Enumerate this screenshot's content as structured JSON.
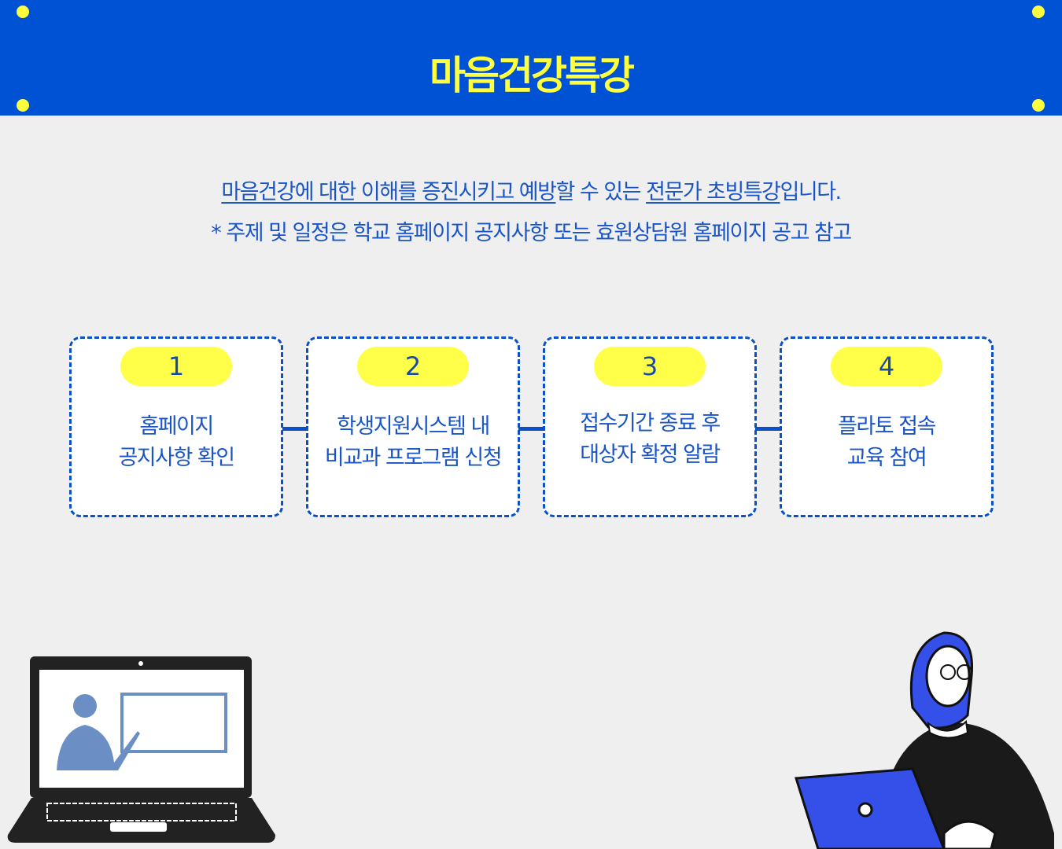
{
  "header": {
    "title": "마음건강특강"
  },
  "intro": {
    "line1_a": "마음건강에 대한 이해를 증진시키고 예방",
    "line1_b": "할 수 있는 ",
    "line1_c": "전문가 초빙특강",
    "line1_d": "입니다.",
    "line2": "* 주제 및 일정은 학교 홈페이지 공지사항 또는 효원상담원 홈페이지 공고 참고"
  },
  "steps": [
    {
      "num": "1",
      "line1": "홈페이지",
      "line2": "공지사항 확인"
    },
    {
      "num": "2",
      "line1": "학생지원시스템 내",
      "line2": "비교과 프로그램 신청"
    },
    {
      "num": "3",
      "line1": "접수기간 종료 후",
      "line2": "대상자 확정 알람"
    },
    {
      "num": "4",
      "line1": "플라토 접속",
      "line2": "교육 참여"
    }
  ],
  "colors": {
    "primary": "#0052d4",
    "accent": "#ffff40",
    "text": "#1a55c8"
  }
}
